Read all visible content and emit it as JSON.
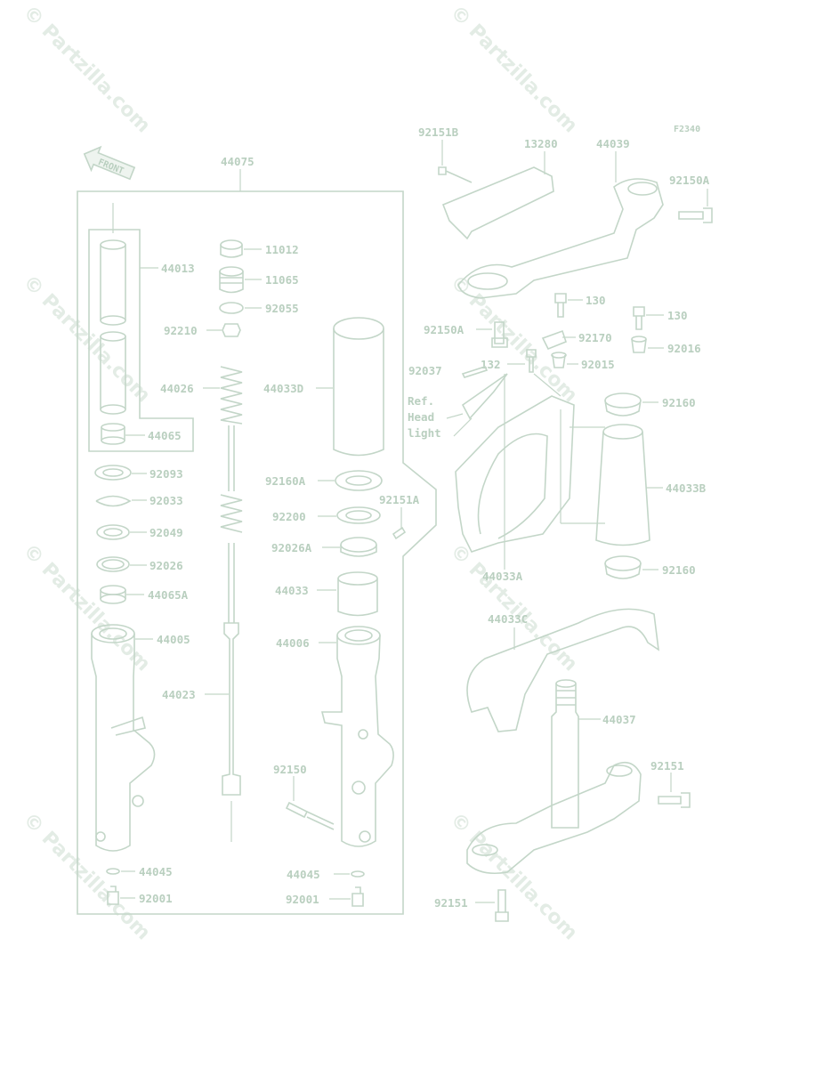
{
  "figure_code": "F2340",
  "watermark": "© Partzilla.com",
  "front_label": "FRONT",
  "ref_note": [
    "Ref.",
    "Head",
    "light"
  ],
  "labels": {
    "l44075": "44075",
    "l44013": "44013",
    "l44065": "44065",
    "l11012": "11012",
    "l11065": "11065",
    "l92055": "92055",
    "l92210": "92210",
    "l44026": "44026",
    "l44033D": "44033D",
    "l92093": "92093",
    "l92033": "92033",
    "l92049": "92049",
    "l92026": "92026",
    "l44065A": "44065A",
    "l44005": "44005",
    "l44023": "44023",
    "l92160A": "92160A",
    "l92200": "92200",
    "l92151A": "92151A",
    "l92026A": "92026A",
    "l44033": "44033",
    "l44006": "44006",
    "l92150": "92150",
    "l44045a": "44045",
    "l92001a": "92001",
    "l44045b": "44045",
    "l92001b": "92001",
    "l92151B": "92151B",
    "l13280": "13280",
    "l44039": "44039",
    "l92150A_top": "92150A",
    "l92150A_left": "92150A",
    "l130a": "130",
    "l130b": "130",
    "l92170": "92170",
    "l92016": "92016",
    "l92037": "92037",
    "l132": "132",
    "l92015": "92015",
    "l92160a": "92160",
    "l44033B": "44033B",
    "l44033A": "44033A",
    "l92160b": "92160",
    "l44033C": "44033C",
    "l44037": "44037",
    "l92151a": "92151",
    "l92151b": "92151"
  },
  "colors": {
    "line": "#c3d6c8",
    "text": "#b9cfbf",
    "watermark": "#e3ece5"
  }
}
